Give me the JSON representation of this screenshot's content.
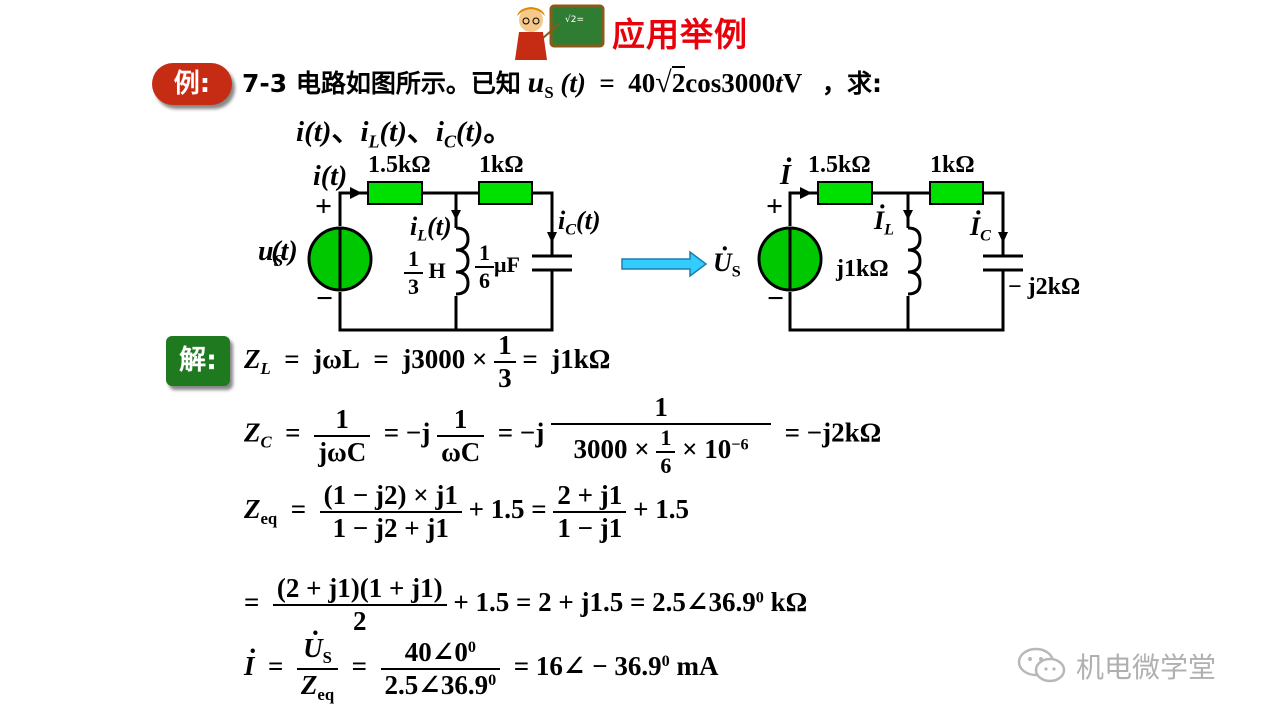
{
  "slide": {
    "title": "应用举例",
    "example_badge": "例:",
    "solution_badge": "解:",
    "watermark": "机电微学堂"
  },
  "problem": {
    "prefix": "7-3 电路如图所示。已知",
    "us_var": "u",
    "us_sub": "S",
    "us_arg": "(t)",
    "eq": "=",
    "amp": "40",
    "sqrt_val": "2",
    "func": "cos3000",
    "t_var": "t",
    "unit": "V",
    "ask": "，求:",
    "find_line": "i(t)、i_L(t)、i_C(t)。",
    "find": {
      "i": "i",
      "iL": "i",
      "iL_sub": "L",
      "iC": "i",
      "iC_sub": "C",
      "arg": "(t)",
      "sep": "、",
      "end": "。"
    }
  },
  "circuit_time": {
    "r1": "1.5kΩ",
    "r2": "1kΩ",
    "current_i": "i(t)",
    "current_iL": "i",
    "current_iL_sub": "L",
    "current_iL_arg": "(t)",
    "current_iC": "i",
    "current_iC_sub": "C",
    "current_iC_arg": "(t)",
    "source": "u",
    "source_sub": "S",
    "source_arg": "(t)",
    "plus": "+",
    "minus": "−",
    "L_num": "1",
    "L_den": "3",
    "L_unit": "H",
    "C_num": "1",
    "C_den": "6",
    "C_unit": "μF"
  },
  "circuit_phasor": {
    "r1": "1.5kΩ",
    "r2": "1kΩ",
    "current_I": "I",
    "current_IL": "I",
    "current_IL_sub": "L",
    "current_IC": "I",
    "current_IC_sub": "C",
    "source": "U",
    "source_sub": "S",
    "plus": "+",
    "minus": "−",
    "ZL": "j1kΩ",
    "ZC": "− j2kΩ"
  },
  "solution": {
    "l1": {
      "lhs": "Z",
      "lhs_sub": "L",
      "a": "=",
      "b": "jωL",
      "c": "=",
      "d": "j3000 ×",
      "fn": "1",
      "fd": "3",
      "e": "=",
      "f": "j1kΩ"
    },
    "l2": {
      "lhs": "Z",
      "lhs_sub": "C",
      "a": "=",
      "f1n": "1",
      "f1d": "jωC",
      "b": "= −j",
      "f2n": "1",
      "f2d": "ωC",
      "c": "= −j",
      "f3n": "1",
      "f3d_a": "3000 ×",
      "f3d_fn": "1",
      "f3d_fd": "6",
      "f3d_b": "× 10",
      "f3d_exp": "−6",
      "d": "= −j2kΩ"
    },
    "l3": {
      "lhs": "Z",
      "lhs_sub": "eq",
      "a": "=",
      "f1n": "(1 − j2) × j1",
      "f1d": "1 − j2 + j1",
      "b": "+ 1.5 =",
      "f2n": "2 + j1",
      "f2d": "1 − j1",
      "c": "+ 1.5"
    },
    "l4": {
      "a": "=",
      "fn": "(2 + j1)(1 + j1)",
      "fd": "2",
      "b": "+ 1.5 = 2 + j1.5 = 2.5∠36.9",
      "b_sup": "0",
      "c": " kΩ"
    },
    "l5": {
      "lhs": "I",
      "a": "=",
      "f1n": "U",
      "f1n_sub": "S",
      "f1d": "Z",
      "f1d_sub": "eq",
      "b": "=",
      "f2n": "40∠0",
      "f2n_sup": "0",
      "f2d": "2.5∠36.9",
      "f2d_sup": "0",
      "c": "= 16∠ − 36.9",
      "c_sup": "0",
      "d": " mA"
    }
  },
  "colors": {
    "title": "#e8000b",
    "resistor": "#00e000",
    "source": "#00c800",
    "badge_example": "#c62b14",
    "badge_solution": "#1f7a1f",
    "arrow": "#33ccff"
  }
}
